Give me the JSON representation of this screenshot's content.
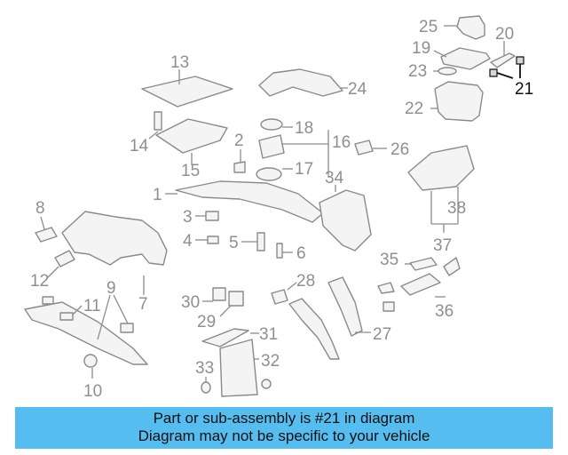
{
  "diagram": {
    "highlighted_part": "21",
    "callouts": {
      "c1": "1",
      "c2": "2",
      "c3": "3",
      "c4": "4",
      "c5": "5",
      "c6": "6",
      "c7": "7",
      "c8": "8",
      "c9": "9",
      "c10": "10",
      "c11": "11",
      "c12": "12",
      "c13": "13",
      "c14": "14",
      "c15": "15",
      "c16": "16",
      "c17": "17",
      "c18": "18",
      "c19": "19",
      "c20": "20",
      "c21": "21",
      "c22": "22",
      "c23": "23",
      "c24": "24",
      "c25": "25",
      "c26": "26",
      "c27": "27",
      "c28": "28",
      "c29": "29",
      "c30": "30",
      "c31": "31",
      "c32": "32",
      "c33": "33",
      "c34": "34",
      "c35": "35",
      "c36": "36",
      "c37": "37",
      "c38": "38"
    },
    "colors": {
      "footer_bg": "#55bdf0",
      "line_art": "#8a8a8a",
      "highlight": "#111111"
    }
  },
  "footer": {
    "line1": "Part or sub-assembly is #21 in diagram",
    "line2": "Diagram may not be specific to your vehicle"
  }
}
